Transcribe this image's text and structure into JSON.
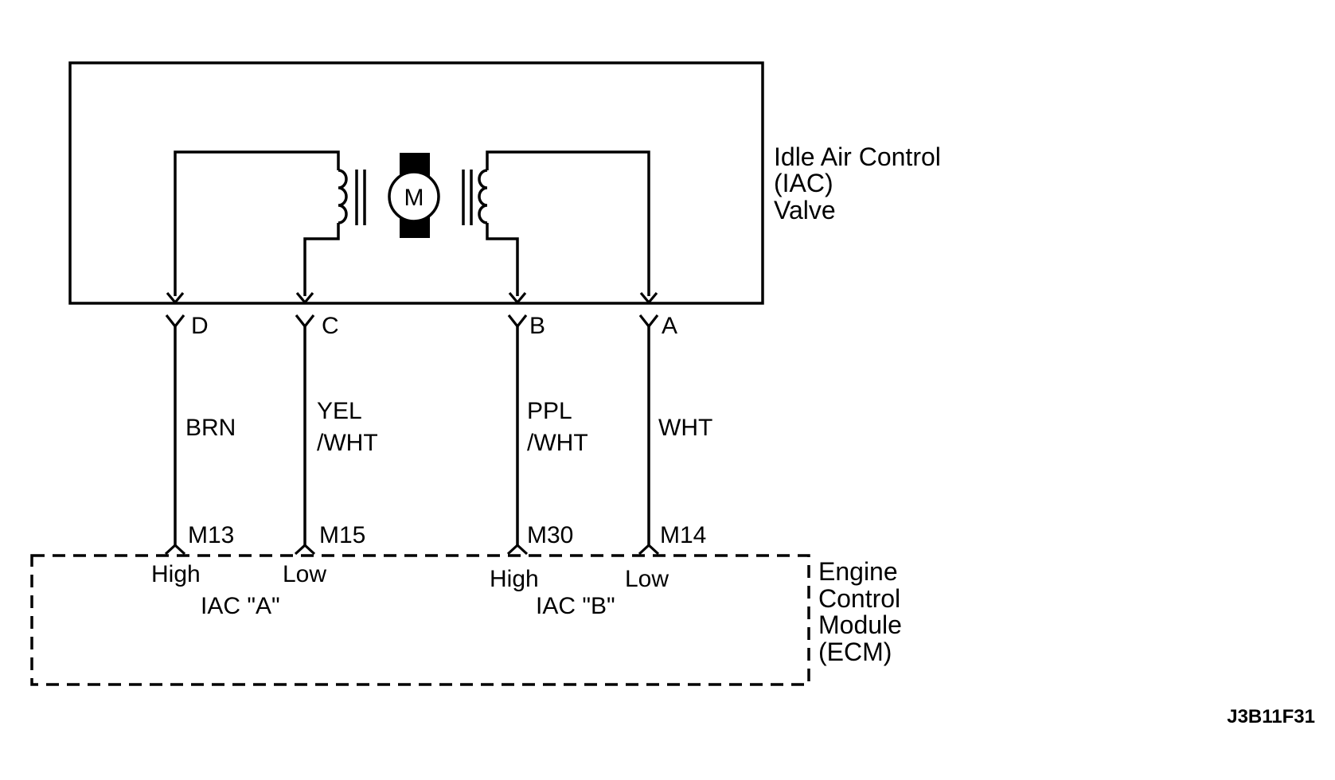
{
  "iac_valve": {
    "label_lines": [
      "Idle Air Control",
      "(IAC)",
      "Valve"
    ],
    "motor_symbol": "M"
  },
  "connectors": [
    {
      "pin": "D",
      "wire_color": [
        "BRN"
      ],
      "ecm_terminal": "M13",
      "ecm_function": "High"
    },
    {
      "pin": "C",
      "wire_color": [
        "YEL",
        "/WHT"
      ],
      "ecm_terminal": "M15",
      "ecm_function": "Low"
    },
    {
      "pin": "B",
      "wire_color": [
        "PPL",
        "/WHT"
      ],
      "ecm_terminal": "M30",
      "ecm_function": "High"
    },
    {
      "pin": "A",
      "wire_color": [
        "WHT"
      ],
      "ecm_terminal": "M14",
      "ecm_function": "Low"
    }
  ],
  "ecm": {
    "label_lines": [
      "Engine",
      "Control",
      "Module",
      "(ECM)"
    ],
    "circuit_a_label": "IAC \"A\"",
    "circuit_b_label": "IAC \"B\""
  },
  "figure_ref": "J3B11F31",
  "colors": {
    "line": "#000000",
    "background": "#ffffff"
  }
}
